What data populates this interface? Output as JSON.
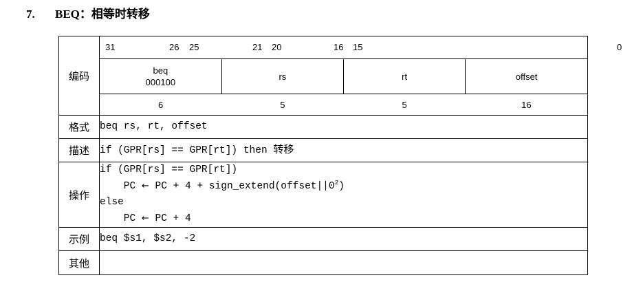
{
  "heading": {
    "number": "7.",
    "title": "BEQ：相等时转移"
  },
  "table": {
    "rows": {
      "encoding_label": "编码",
      "format_label": "格式",
      "description_label": "描述",
      "operation_label": "操作",
      "example_label": "示例",
      "other_label": "其他"
    },
    "encoding": {
      "bit_markers": {
        "b31": "31",
        "b26": "26",
        "b25": "25",
        "b21": "21",
        "b20": "20",
        "b16": "16",
        "b15": "15",
        "b0": "0"
      },
      "fields": [
        {
          "name": "beq",
          "value": "000100",
          "width": "6"
        },
        {
          "name": "rs",
          "value": "",
          "width": "5"
        },
        {
          "name": "rt",
          "value": "",
          "width": "5"
        },
        {
          "name": "offset",
          "value": "",
          "width": "16"
        }
      ]
    },
    "format": "beq rs, rt, offset",
    "description": {
      "code": "if (GPR[rs] == GPR[rt]) then ",
      "cjk": "转移"
    },
    "operation": {
      "line1": "if (GPR[rs] == GPR[rt])",
      "line2_pre": "    PC ",
      "line2_arrow": "←",
      "line2_post": " PC + 4 + sign_extend(offset||0",
      "line2_sup": "2",
      "line2_tail": ")",
      "line3": "else",
      "line4_pre": "    PC ",
      "line4_arrow": "←",
      "line4_post": " PC + 4"
    },
    "example": "beq $s1, $s2, -2",
    "other": ""
  }
}
